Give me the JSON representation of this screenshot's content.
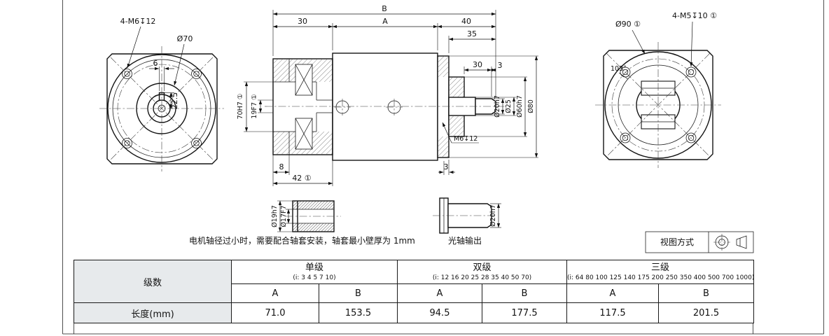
{
  "views": {
    "front": {
      "bolt_note": "4-M6↧12",
      "dia_70": "Ø70",
      "dim_keyway_width": "6",
      "dim_keyway_height": "22.5"
    },
    "section": {
      "dim_b": "B",
      "dim_30_left": "30",
      "dim_a": "A",
      "dim_40": "40",
      "dim_35": "35",
      "dim_30_shaft": "30",
      "dim_3_tip": "3",
      "bore_70h7": "70H7 ①",
      "bore_19f7": "19F7 ①",
      "dia_20h7": "Ø20h7",
      "dia_25": "Ø25",
      "dia_60h7": "Ø60h7",
      "dia_80": "Ø80",
      "thread_note": "M6↧12",
      "dim_8": "8",
      "dim_42": "42 ①",
      "dim_3_flange": "3"
    },
    "rear": {
      "bolt_note": "4-M5↧10 ①",
      "dia_90": "Ø90 ①",
      "angle": "103°"
    },
    "sleeve_detail": {
      "dia_19h7": "Ø19h7",
      "dia_17f7": "Ø17F7",
      "note": "电机轴径过小时，需要配合轴套安装，轴套最小壁厚为 1mm"
    },
    "shaft_detail": {
      "dia_20h7": "Ø20h7",
      "note": "光轴输出"
    },
    "projection": {
      "label": "视图方式"
    }
  },
  "table": {
    "stage_header": "级数",
    "length_label": "长度(mm)",
    "col_a": "A",
    "col_b": "B",
    "groups": [
      {
        "name": "单级",
        "ratios": "(i: 3 4 5 7 10)"
      },
      {
        "name": "双级",
        "ratios": "(i: 12 16 20 25 28 35 40 50 70)"
      },
      {
        "name": "三级",
        "ratios": "(i: 64 80 100 125 140 175 200 250 350 400 500 700 1000)"
      }
    ],
    "lengths": {
      "single_a": "71.0",
      "single_b": "153.5",
      "double_a": "94.5",
      "double_b": "177.5",
      "triple_a": "117.5",
      "triple_b": "201.5"
    }
  }
}
